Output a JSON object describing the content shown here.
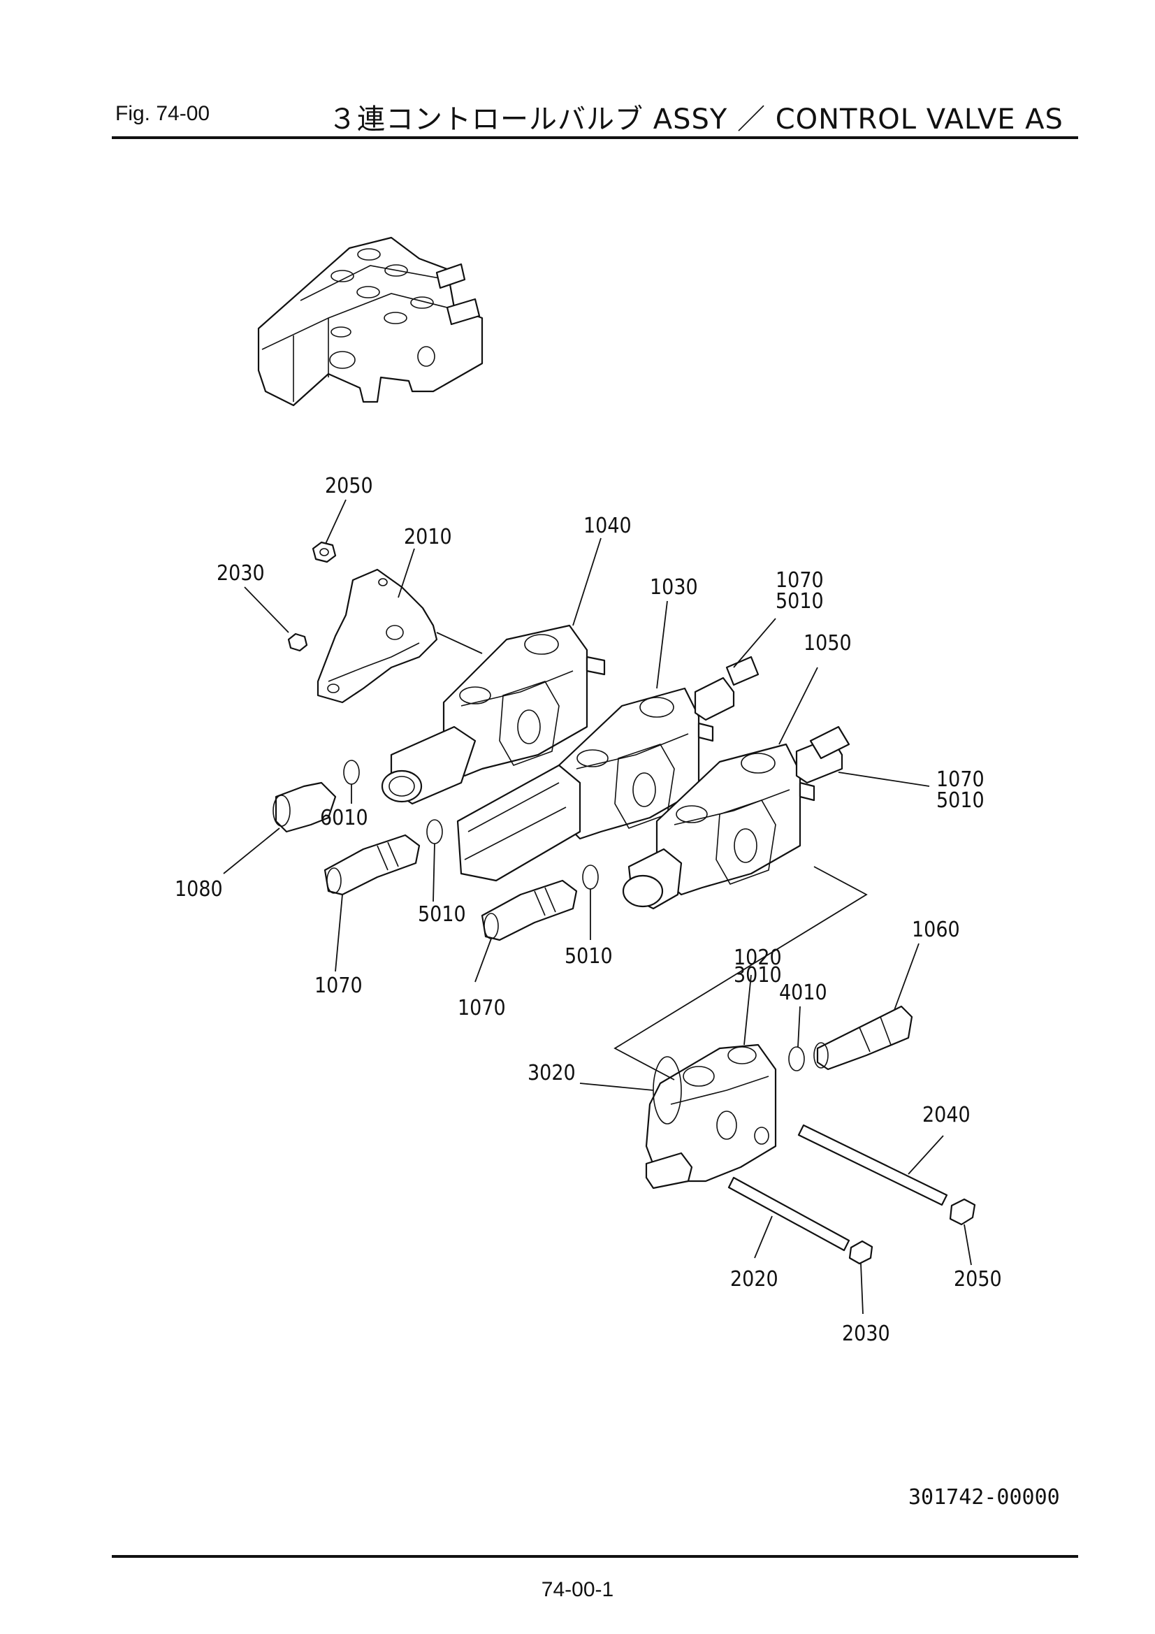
{
  "header": {
    "fig_label": "Fig.  74-00",
    "title": "３連コントロールバルブ ASSY ／ CONTROL  VALVE  AS"
  },
  "callouts": {
    "c2050a": "2050",
    "c2010": "2010",
    "c1040": "1040",
    "c2030a": "2030",
    "c1030": "1030",
    "c1070a": "1070",
    "c5010a": "5010",
    "c1050": "1050",
    "c1070b": "1070",
    "c5010b": "5010",
    "c6010": "6010",
    "c1080": "1080",
    "c5010c": "5010",
    "c1070c": "1070",
    "c5010d": "5010",
    "c1070d": "1070",
    "c1060": "1060",
    "c1020": "1020",
    "c3010": "3010",
    "c4010": "4010",
    "c3020": "3020",
    "c2040": "2040",
    "c2020": "2020",
    "c2050b": "2050",
    "c2030b": "2030"
  },
  "footer": {
    "drawing_number": "301742-00000",
    "page_number": "74-00-1"
  }
}
